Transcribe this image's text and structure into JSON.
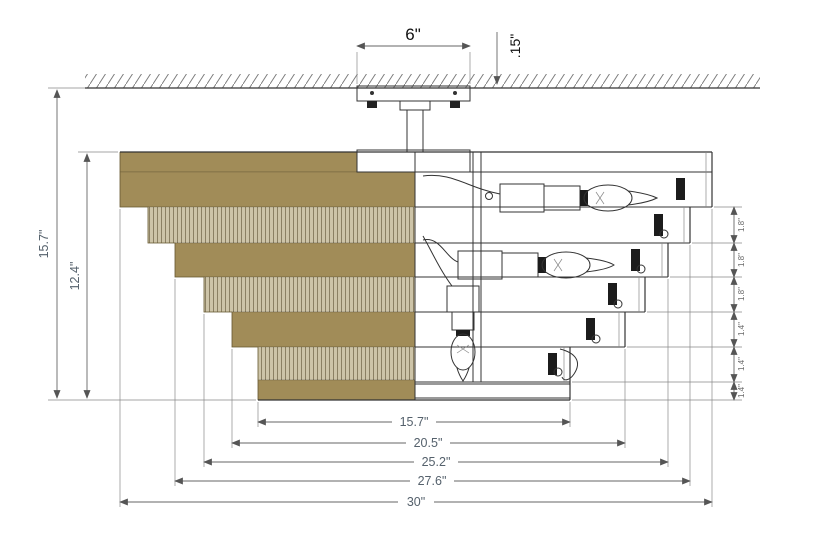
{
  "diagram": {
    "subject": "Chandelier ceiling fixture - dimensioned cross-section drawing",
    "labels": {
      "canopy_width": "6\"",
      "canopy_thickness": ".15\"",
      "overall_height": "15.7\"",
      "body_height": "12.4\"",
      "widths": [
        "15.7\"",
        "20.5\"",
        "25.2\"",
        "27.6\"",
        "30\""
      ],
      "tier_heights": [
        "1.8\"",
        "1.8\"",
        "1.8\"",
        "1.4\"",
        "1.4\"",
        "1.4\""
      ]
    },
    "colors": {
      "tier_solid": "#a18c58",
      "tier_crystal_band": "#cdc4a8",
      "outline": "#333333",
      "dim_text": "#55616c"
    }
  }
}
